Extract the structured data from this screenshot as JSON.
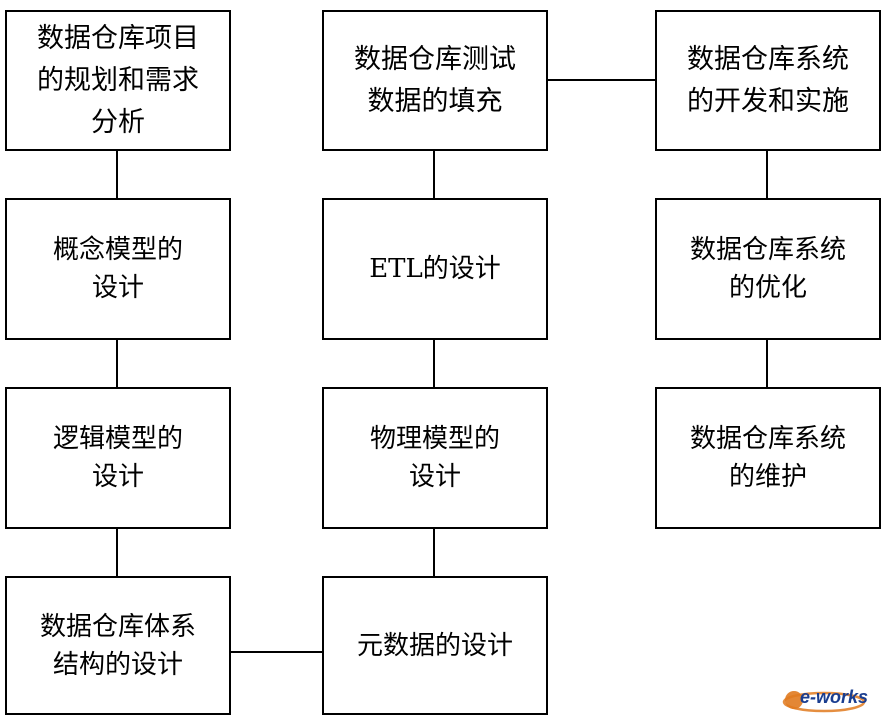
{
  "boxes": {
    "col1": [
      "数据仓库项目\n的规划和需求\n分析",
      "概念模型的\n设计",
      "逻辑模型的\n设计",
      "数据仓库体系\n结构的设计"
    ],
    "col2": [
      "数据仓库测试\n数据的填充",
      "ETL的设计",
      "物理模型的\n设计",
      "元数据的设计"
    ],
    "col3": [
      "数据仓库系统\n的开发和实施",
      "数据仓库系统\n的优化",
      "数据仓库系统\n的维护"
    ]
  },
  "watermark": "e-works"
}
